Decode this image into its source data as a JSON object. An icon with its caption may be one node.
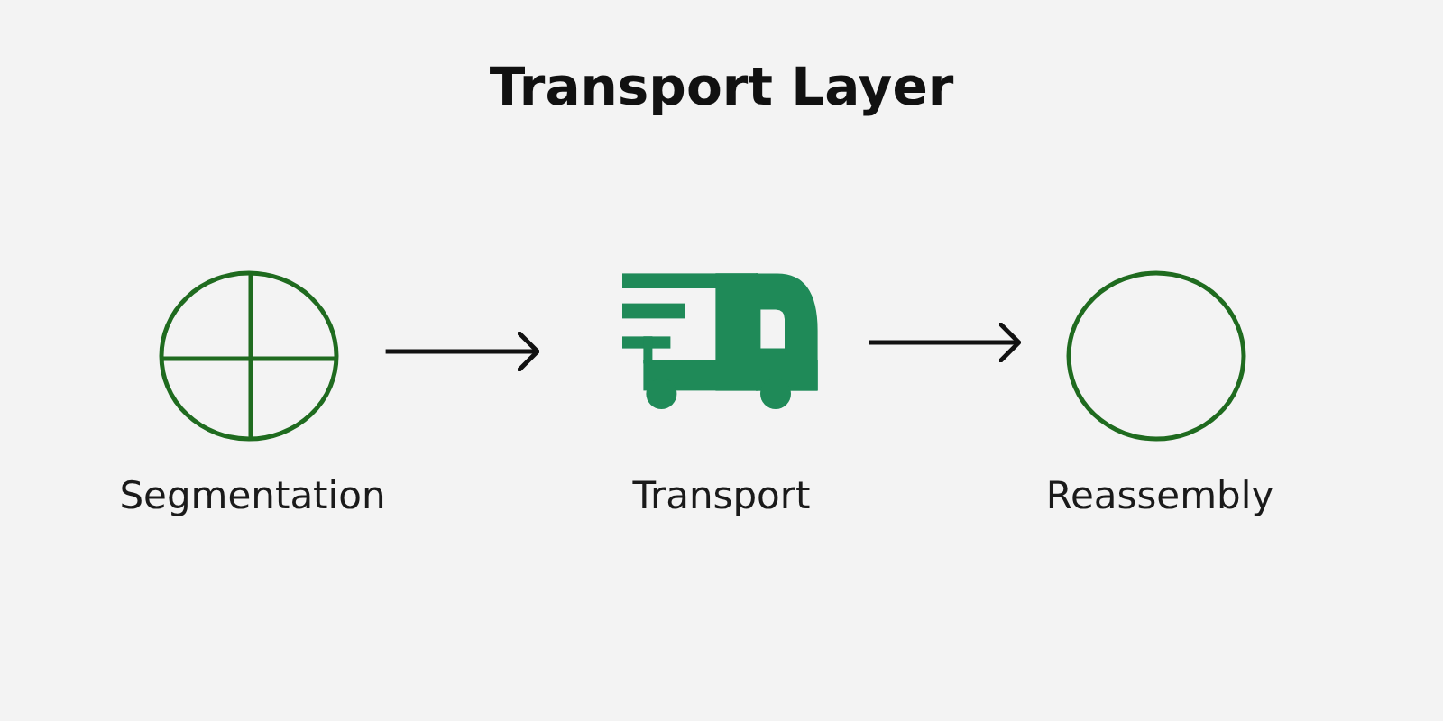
{
  "diagram": {
    "title": "Transport Layer",
    "nodes": [
      {
        "text": [],
        "shape": "circle",
        "beside": [
          "Segmentation"
        ]
      },
      {
        "text": [],
        "shape": "picture",
        "beside": [
          "Transport"
        ]
      },
      {
        "text": [],
        "shape": "circle",
        "beside": [
          "Reassembly"
        ]
      }
    ],
    "edges": [
      {
        "from": 0,
        "to": 1,
        "arrow": "to"
      },
      {
        "from": 1,
        "to": 2,
        "arrow": "to"
      }
    ]
  }
}
